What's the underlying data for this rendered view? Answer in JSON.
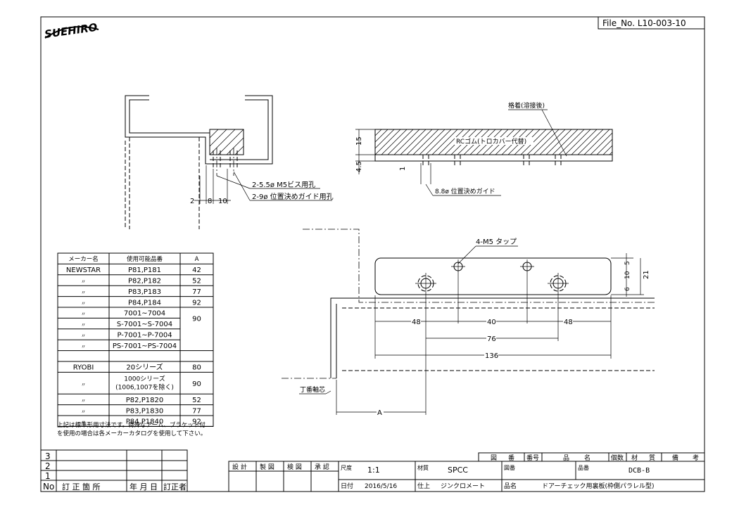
{
  "header": {
    "logo_text": "SUEHIRO",
    "file_no": "File_No. L10-003-10"
  },
  "drawing": {
    "side_labels": {
      "hole_55": "2-5.5ø M5ビス用孔",
      "hole_9": "2-9ø 位置決めガイド用孔",
      "dims_small": [
        "2",
        "8",
        "10"
      ]
    },
    "plate_labels": {
      "weld": "格着(溶接後)",
      "rubber": "RCゴム(トロカバー代替)",
      "guide": "8.8ø 位置決めガイド",
      "v15": "15",
      "v45": "4.5",
      "v1": "1"
    },
    "plan_labels": {
      "tap": "4-M5 タップ",
      "d48a": "48",
      "d40": "40",
      "d48b": "48",
      "d76": "76",
      "d136": "136",
      "dA": "A",
      "v5": "5",
      "v10": "10",
      "v6": "6",
      "v21": "21",
      "hinge": "丁番軸芯"
    }
  },
  "spec_table": {
    "headers": [
      "メーカー名",
      "使用可能品番",
      "A"
    ],
    "rows": [
      {
        "maker": "NEWSTAR",
        "model": "P81,P181",
        "a": "42"
      },
      {
        "maker": "〃",
        "model": "P82,P182",
        "a": "52"
      },
      {
        "maker": "〃",
        "model": "P83,P183",
        "a": "77"
      },
      {
        "maker": "〃",
        "model": "P84,P184",
        "a": "92"
      },
      {
        "maker": "〃",
        "model": "7001~7004",
        "a": ""
      },
      {
        "maker": "〃",
        "model": "S-7001~S-7004",
        "a": "90"
      },
      {
        "maker": "〃",
        "model": "P-7001~P-7004",
        "a": ""
      },
      {
        "maker": "〃",
        "model": "PS-7001~PS-7004",
        "a": ""
      },
      {
        "maker": "",
        "model": "",
        "a": ""
      },
      {
        "maker": "RYOBI",
        "model": "20シリーズ",
        "a": "80"
      },
      {
        "maker": "〃",
        "model": "1000シリーズ",
        "model2": "(1006,1007を除く)",
        "a": "90"
      },
      {
        "maker": "〃",
        "model": "P82,P1820",
        "a": "52"
      },
      {
        "maker": "〃",
        "model": "P83,P1830",
        "a": "77"
      },
      {
        "maker": "〃",
        "model": "P84,P1840",
        "a": "92"
      }
    ],
    "note1": "上記は標準形用寸法です。特殊なアーム、ブラケット付",
    "note2": "を使用の場合は各メーカーカタログを使用して下さい。"
  },
  "revision": {
    "rows": [
      "3",
      "2",
      "1"
    ],
    "headers": [
      "No",
      "訂 正 箇 所",
      "年 月 日",
      "訂正者"
    ]
  },
  "title_block": {
    "top": [
      "図",
      "番",
      "番号",
      "品",
      "名",
      "個数",
      "材",
      "質",
      "備",
      "考"
    ],
    "sign": [
      "設 計",
      "製 図",
      "検 図",
      "承 認"
    ],
    "scale_label": "尺度",
    "scale": "1:1",
    "material_label": "材質",
    "material": "SPCC",
    "drawing_no_label": "図番",
    "part_no_label": "品番",
    "part_no": "DCB-B",
    "date_label": "日付",
    "date": "2016/5/16",
    "finish_label": "仕上",
    "finish": "ジンクロメート",
    "name_label": "品名",
    "name": "ドアーチェック用裏板(枠側パラレル型)"
  }
}
